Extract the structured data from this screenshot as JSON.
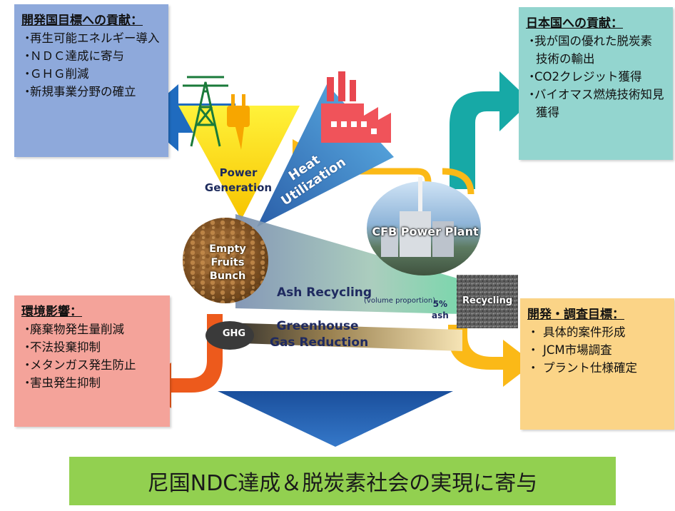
{
  "boxes": {
    "top_left": {
      "title": "開発国目標への貢献：",
      "items": [
        "再生可能エネルギー導入",
        "ＮＤＣ達成に寄与",
        "ＧＨＧ削減",
        "新規事業分野の確立"
      ]
    },
    "top_right": {
      "title": "日本国への貢献：",
      "items": [
        "我が国の優れた脱炭素",
        "技術の輸出",
        "CO2クレジット獲得",
        "バイオマス燃焼技術知見",
        "獲得"
      ]
    },
    "bottom_left": {
      "title": "環境影響：",
      "items": [
        "廃棄物発生量削減",
        "不法投棄抑制",
        "メタンガス発生防止",
        "害虫発生抑制"
      ]
    },
    "bottom_right": {
      "title": "開発・調査目標：",
      "items": [
        "具体的案件形成",
        "JCM市場調査",
        "プラント仕様確定"
      ]
    }
  },
  "bullet": "・",
  "bullet_br": "・",
  "center": {
    "power_line1": "Power",
    "power_line2": "Generation",
    "heat_line1": "Heat",
    "heat_line2": "Utilization",
    "efb_line1": "Empty",
    "efb_line2": "Fruits",
    "efb_line3": "Bunch",
    "cfb": "CFB Power Plant",
    "ash": "Ash Recycling",
    "ash_sub": "(volume proportion)",
    "pct_line1": "5%",
    "pct_line2": "ash",
    "ghg": "GHG",
    "gr_line1": "Greenhouse",
    "gr_line2": "Gas Reduction",
    "recycling": "Recycling"
  },
  "banner": "尼国NDC達成＆脱炭素社会の実現に寄与",
  "colors": {
    "blue_box": "#8ea9db",
    "teal_box": "#93d5cf",
    "red_box": "#f4a39a",
    "orange_box": "#fbd487",
    "banner": "#92d050",
    "blue_arrow": "#1f6bbf",
    "teal_arrow": "#17a9a6",
    "orange_arrow": "#fbb917",
    "red_arrow": "#ed5a1c",
    "funnel_yellow": "#ffe033",
    "heat_blue": "#3d86c8",
    "down_arrow": "#2a6ebb"
  }
}
